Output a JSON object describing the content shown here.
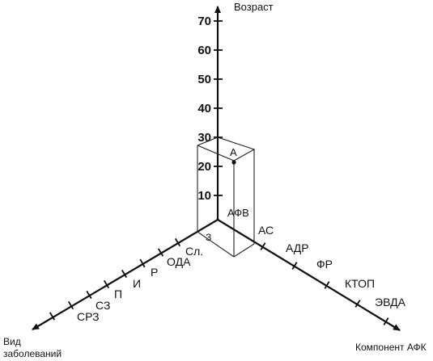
{
  "axes": {
    "vertical": {
      "title": "Возраст",
      "ticks": [
        "10",
        "20",
        "30",
        "40",
        "50",
        "60",
        "70"
      ]
    },
    "left": {
      "title_line1": "Вид",
      "title_line2": "заболеваний",
      "labels": [
        "З",
        "Сл.",
        "ОДА",
        "Р",
        "И",
        "П",
        "СЗ",
        "СРЗ"
      ]
    },
    "right": {
      "title": "Компонент АФК",
      "labels": [
        "АФВ",
        "АС",
        "АДР",
        "ФР",
        "КТОП",
        "ЭВДА"
      ]
    }
  },
  "point": {
    "label": "А"
  }
}
